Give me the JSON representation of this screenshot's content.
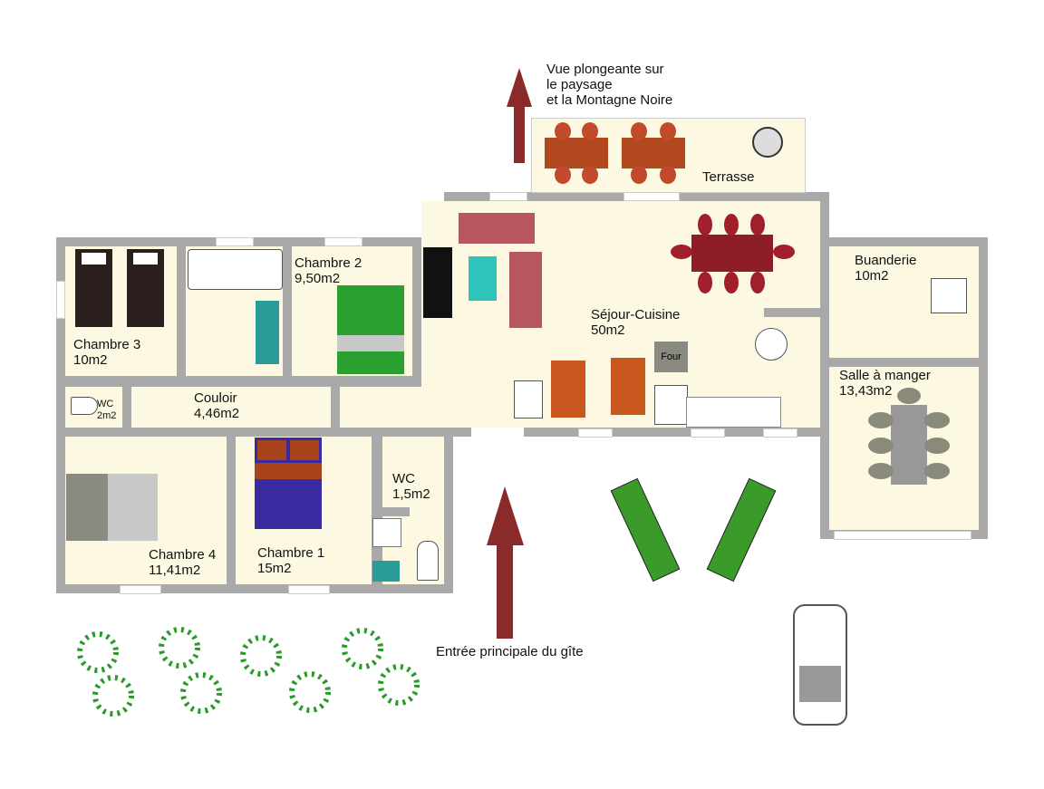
{
  "rooms": {
    "chambre3": {
      "name": "Chambre 3",
      "area": "10m2"
    },
    "chambre2": {
      "name": "Chambre 2",
      "area": "9,50m2"
    },
    "wc_small": {
      "name": "WC",
      "area": "2m2"
    },
    "couloir": {
      "name": "Couloir",
      "area": "4,46m2"
    },
    "chambre4": {
      "name": "Chambre 4",
      "area": "11,41m2"
    },
    "chambre1": {
      "name": "Chambre 1",
      "area": "15m2"
    },
    "wc": {
      "name": "WC",
      "area": "1,5m2"
    },
    "sejour": {
      "name": "Séjour-Cuisine",
      "area": "50m2"
    },
    "buanderie": {
      "name": "Buanderie",
      "area": "10m2"
    },
    "salle_manger": {
      "name": "Salle à manger",
      "area": "13,43m2"
    },
    "terrasse": {
      "name": "Terrasse"
    }
  },
  "appliances": {
    "oven": "Four"
  },
  "annotations": {
    "view_line1": "Vue plongeante sur",
    "view_line2": "le paysage",
    "view_line3": "et la Montagne Noire",
    "entrance": "Entrée principale du gîte"
  },
  "colors": {
    "wall": "#a9a9a9",
    "floor": "#fcf8e2",
    "arrow": "#8b2a2a"
  }
}
